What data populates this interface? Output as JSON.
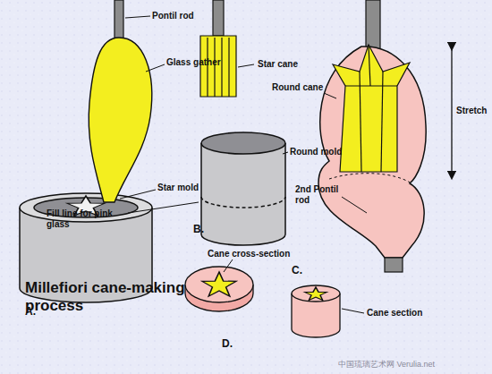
{
  "diagram": {
    "title": "Millefiori cane-making process",
    "labels": [
      "Pontil rod",
      "Glass gather",
      "Star mold",
      "A.",
      "Star cane",
      "Round mold",
      "Fill line for pink glass",
      "B.",
      "Round cane",
      "Stretch",
      "2nd Pontil rod",
      "C.",
      "Cane cross-section",
      "Cane section",
      "D.",
      "中国琉璃艺术网 Verulia.net"
    ]
  }
}
